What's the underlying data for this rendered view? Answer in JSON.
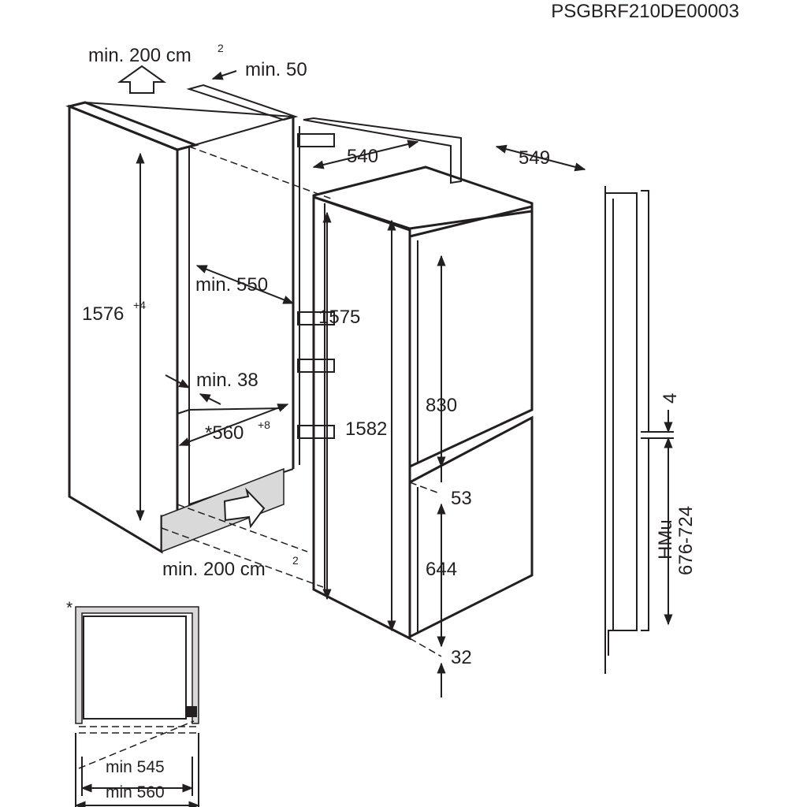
{
  "doc_code": "PSGBRF210DE00003",
  "niche": {
    "vent_top": "min. 200 cm",
    "vent_top_sup": "2",
    "rear_gap": "min. 50",
    "height": "1576",
    "height_tol": "+4",
    "depth": "min. 550",
    "side": "min. 38",
    "width": "*560",
    "width_tol": "+8",
    "vent_bottom": "min. 200 cm",
    "vent_bottom_sup": "2"
  },
  "appliance": {
    "width": "540",
    "depth": "549",
    "height_body": "1575",
    "height_total": "1582",
    "upper_door": "830",
    "door_gap": "53",
    "lower_door": "644",
    "bottom_gap": "32"
  },
  "side_view": {
    "gap": "4",
    "hmu_label": "HMu",
    "hmu_range": "676-724"
  },
  "detail": {
    "asterisk": "*",
    "min_inner": "min 545",
    "min_outer": "min 560"
  }
}
